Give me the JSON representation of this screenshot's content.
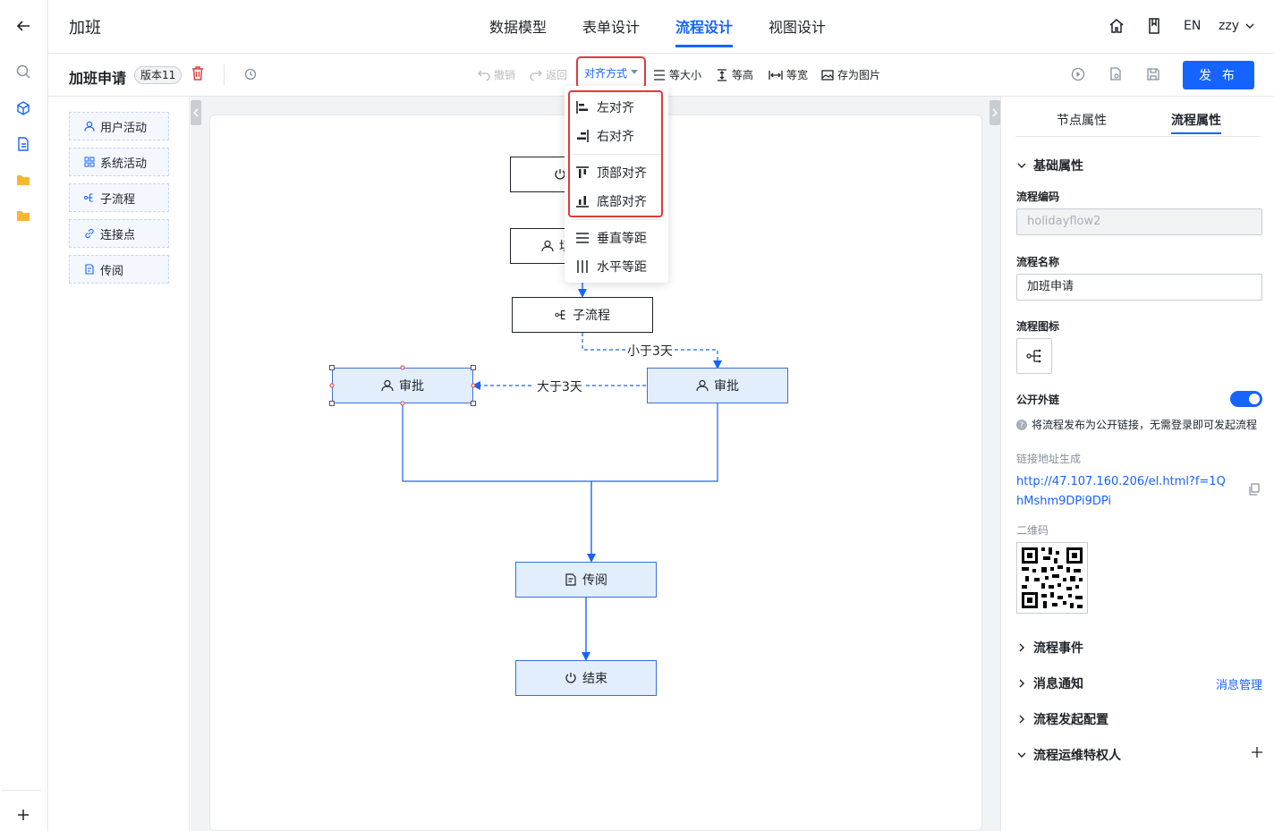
{
  "header": {
    "title": "加班",
    "tabs": [
      {
        "label": "数据模型"
      },
      {
        "label": "表单设计"
      },
      {
        "label": "流程设计",
        "active": true
      },
      {
        "label": "视图设计"
      }
    ],
    "lang": "EN",
    "user": "zzy"
  },
  "toolbar": {
    "flow_title": "加班申请",
    "version": "版本11",
    "undo": "撤销",
    "redo": "返回",
    "align": "对齐方式",
    "same_size": "等大小",
    "same_height": "等高",
    "same_width": "等宽",
    "save_image": "存为图片",
    "publish": "发 布"
  },
  "align_menu": {
    "items": [
      {
        "label": "左对齐",
        "icon": "align-left-icon"
      },
      {
        "label": "右对齐",
        "icon": "align-right-icon"
      },
      {
        "label": "顶部对齐",
        "icon": "align-top-icon"
      },
      {
        "label": "底部对齐",
        "icon": "align-bottom-icon"
      },
      {
        "label": "垂直等距",
        "icon": "distribute-vertical-icon"
      },
      {
        "label": "水平等距",
        "icon": "distribute-horizontal-icon"
      }
    ]
  },
  "palette": {
    "items": [
      {
        "label": "用户活动",
        "icon": "user-icon"
      },
      {
        "label": "系统活动",
        "icon": "grid-icon"
      },
      {
        "label": "子流程",
        "icon": "subflow-icon"
      },
      {
        "label": "连接点",
        "icon": "link-icon"
      },
      {
        "label": "传阅",
        "icon": "circulate-icon"
      }
    ]
  },
  "canvas": {
    "nodes": {
      "partial_top": "",
      "partial_user": "填",
      "subflow": "子流程",
      "approve_left": "审批",
      "approve_right": "审批",
      "circulate": "传阅",
      "end": "结束"
    },
    "edges": {
      "less_than": "小于3天",
      "greater_than": "大于3天"
    }
  },
  "right_panel": {
    "tabs": [
      {
        "label": "节点属性"
      },
      {
        "label": "流程属性",
        "active": true
      }
    ],
    "basic_section": "基础属性",
    "code_label": "流程编码",
    "code_value": "holidayflow2",
    "name_label": "流程名称",
    "name_value": "加班申请",
    "icon_label": "流程图标",
    "public_label": "公开外链",
    "public_enabled": true,
    "public_hint": "将流程发布为公开链接，无需登录即可发起流程",
    "link_label": "链接地址生成",
    "link_url": "http://47.107.160.206/el.html?f=1QhMshm9DPi9DPi",
    "qr_label": "二维码",
    "sections": [
      {
        "label": "流程事件"
      },
      {
        "label": "消息通知",
        "action": "消息管理"
      },
      {
        "label": "流程发起配置"
      },
      {
        "label": "流程运维特权人"
      }
    ]
  },
  "colors": {
    "accent": "#1664ff",
    "highlight": "#e03a3a",
    "node_fill": "#e3eefc"
  }
}
